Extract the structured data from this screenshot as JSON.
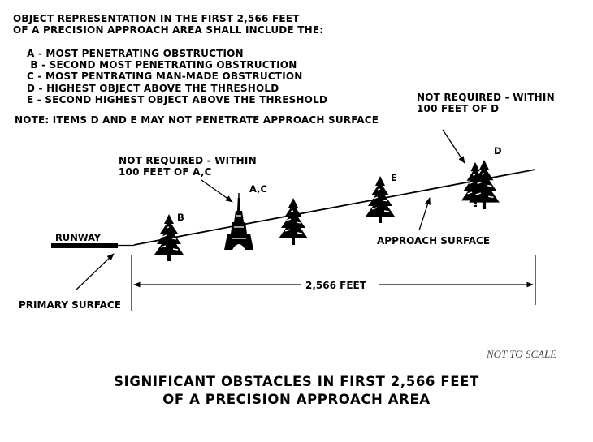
{
  "intro": [
    "OBJECT REPRESENTATION IN THE FIRST 2,566 FEET",
    "OF A PRECISION APPROACH AREA SHALL INCLUDE THE:"
  ],
  "items": [
    "A - MOST PENETRATING OBSTRUCTION",
    " B - SECOND MOST PENETRATING OBSTRUCTION",
    "C - MOST PENTRATING MAN-MADE OBSTRUCTION",
    "D - HIGHEST OBJECT ABOVE THE THRESHOLD",
    "E - SECOND HIGHEST OBJECT ABOVE THE THRESHOLD"
  ],
  "note": "NOTE: ITEMS D AND E MAY NOT PENETRATE APPROACH SURFACE",
  "callout_ac": [
    "NOT REQUIRED - WITHIN",
    "100 FEET OF A,C"
  ],
  "callout_d": [
    "NOT REQUIRED - WITHIN",
    "100 FEET OF D"
  ],
  "labels": {
    "runway": "RUNWAY",
    "primary_surface": "PRIMARY SURFACE",
    "approach_surface": "APPROACH SURFACE",
    "distance": "2,566 FEET",
    "a_c": "A,C",
    "b": "B",
    "d": "D",
    "e": "E"
  },
  "not_to_scale": "NOT TO SCALE",
  "title": [
    "SIGNIFICANT OBSTACLES IN FIRST 2,566 FEET",
    "OF A PRECISION APPROACH AREA"
  ]
}
